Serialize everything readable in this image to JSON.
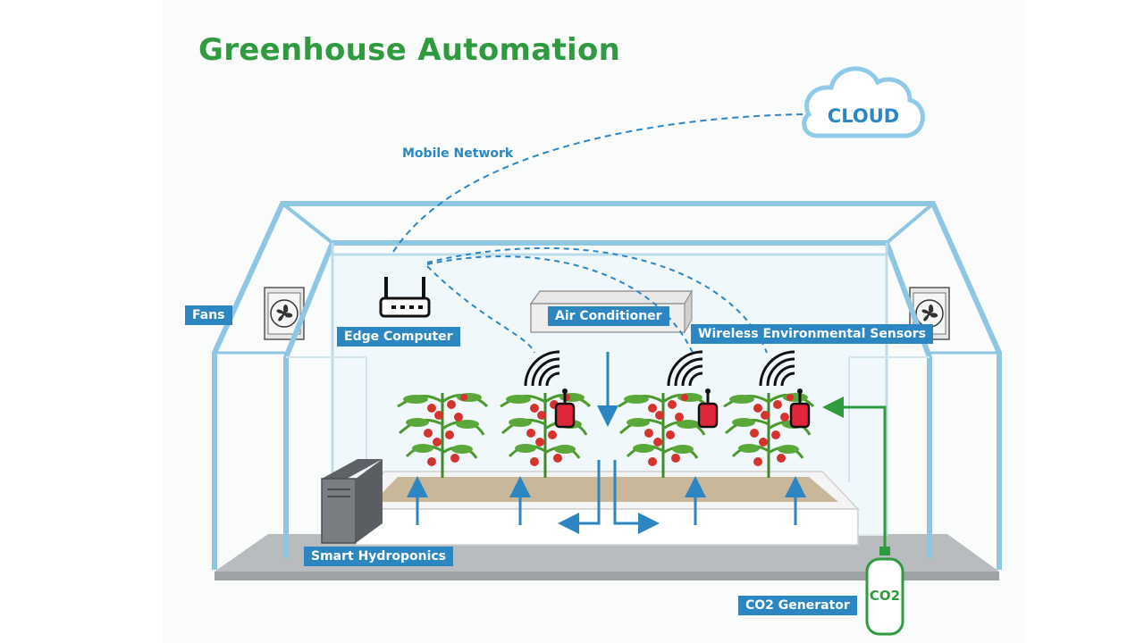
{
  "title": "Greenhouse Automation",
  "cloud_label": "CLOUD",
  "network_label": "Mobile Network",
  "labels": {
    "fans": "Fans",
    "edge_computer": "Edge Computer",
    "air_conditioner": "Air Conditioner",
    "wireless_sensors": "Wireless Environmental Sensors",
    "smart_hydroponics": "Smart Hydroponics",
    "co2_generator": "CO2 Generator"
  },
  "co2_tank_label": "CO2",
  "colors": {
    "title_green": "#2f9a3f",
    "label_blue": "#2b86c2",
    "frame_blue": "#8fc6e2",
    "sensor_red": "#e0263a",
    "co2_green": "#2f9a3f"
  }
}
